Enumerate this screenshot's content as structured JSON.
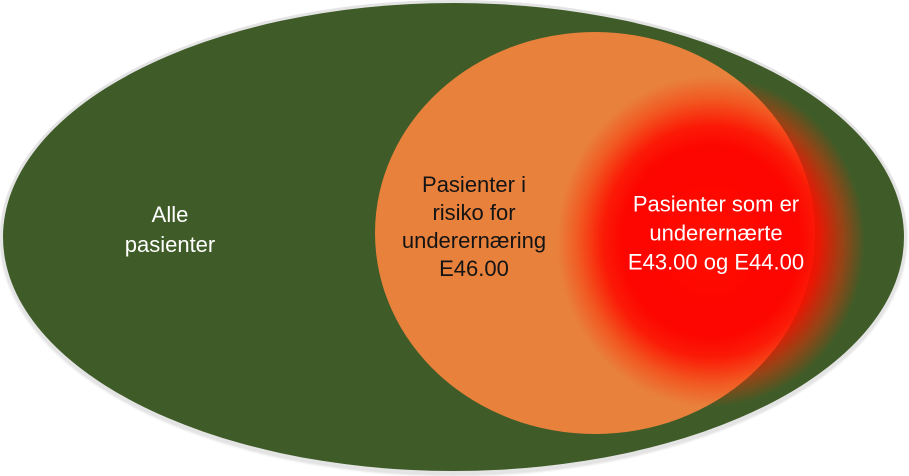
{
  "colors": {
    "background": "#FFFFFF",
    "green": "#3F5C28",
    "green-border": "#E4E4E4",
    "orange": "#E8813C",
    "red-core": "#FD0500",
    "label-light": "#FFFFFF",
    "label-dark": "#141414"
  },
  "diagram": {
    "type": "nested-venn",
    "regions": [
      {
        "id": "alle-pasienter",
        "lines": [
          "Alle",
          "pasienter"
        ]
      },
      {
        "id": "pasienter-i-risiko",
        "lines": [
          "Pasienter i",
          "risiko for",
          "underernæring",
          "E46.00"
        ]
      },
      {
        "id": "pasienter-underernaerte",
        "lines": [
          "Pasienter som er",
          "underernærte",
          "E43.00 og E44.00"
        ]
      }
    ]
  }
}
